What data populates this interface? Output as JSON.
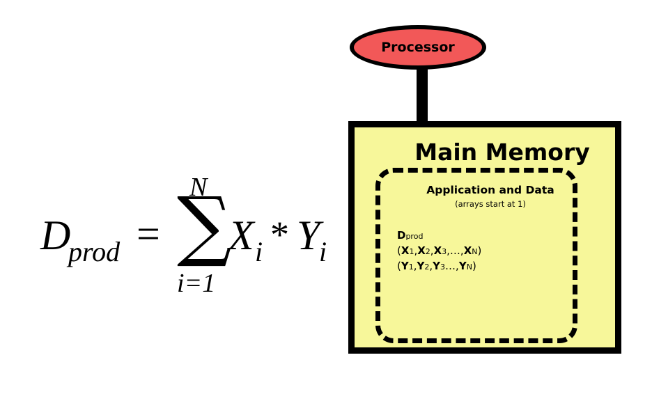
{
  "formula": {
    "lhs": "D",
    "lhs_subscript": "prod",
    "equals": "=",
    "sum_symbol": "∑",
    "upper_limit": "N",
    "lower_limit": "i=1",
    "term_x": "X",
    "term_x_subscript": "i",
    "operator": "*",
    "term_y": "Y",
    "term_y_subscript": "i"
  },
  "processor": {
    "label": "Processor",
    "fill_color": "#f25858"
  },
  "memory": {
    "title": "Main Memory",
    "fill_color": "#f7f79a",
    "application": {
      "title": "Application and Data",
      "note": "(arrays start at 1)",
      "dprod": {
        "main": "D",
        "sub": "prod"
      },
      "x_vector": [
        {
          "text": "(",
          "kind": "plain"
        },
        {
          "text": "X",
          "kind": "bold"
        },
        {
          "text": "1",
          "kind": "small"
        },
        {
          "text": ",",
          "kind": "plain"
        },
        {
          "text": "X",
          "kind": "bold"
        },
        {
          "text": "2",
          "kind": "small"
        },
        {
          "text": ",",
          "kind": "plain"
        },
        {
          "text": "X",
          "kind": "bold"
        },
        {
          "text": "3",
          "kind": "small"
        },
        {
          "text": ",…,",
          "kind": "plain"
        },
        {
          "text": "X",
          "kind": "bold"
        },
        {
          "text": "N",
          "kind": "small"
        },
        {
          "text": ")",
          "kind": "plain"
        }
      ],
      "y_vector": [
        {
          "text": "(",
          "kind": "plain"
        },
        {
          "text": "Y",
          "kind": "bold"
        },
        {
          "text": "1",
          "kind": "small"
        },
        {
          "text": ",",
          "kind": "plain"
        },
        {
          "text": "Y",
          "kind": "bold"
        },
        {
          "text": "2",
          "kind": "small"
        },
        {
          "text": ",",
          "kind": "plain"
        },
        {
          "text": "Y",
          "kind": "bold"
        },
        {
          "text": "3",
          "kind": "small"
        },
        {
          "text": "…,",
          "kind": "plain"
        },
        {
          "text": "Y",
          "kind": "bold"
        },
        {
          "text": "N",
          "kind": "small"
        },
        {
          "text": ")",
          "kind": "plain"
        }
      ]
    }
  }
}
